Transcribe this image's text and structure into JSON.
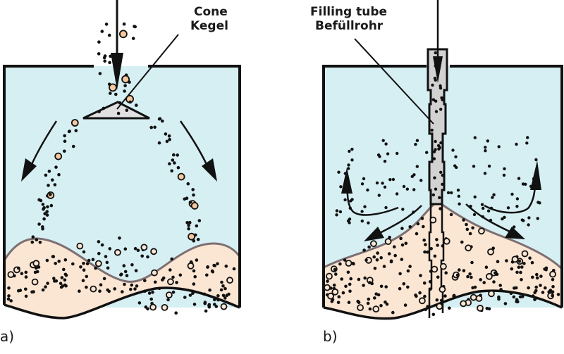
{
  "panels": [
    {
      "id": "a",
      "label": "a)",
      "callout": {
        "line1": "Cone",
        "line2": "Kegel"
      },
      "description": "Filling via cone deflector: particles spread outward to walls, forming a bed with two peaks near the walls and a dip in the center"
    },
    {
      "id": "b",
      "label": "b)",
      "callout": {
        "line1": "Filling tube",
        "line2": "Befüllrohr"
      },
      "description": "Filling via central filling tube: particles exit near the bed surface, forming a central peak with flows outward and recirculating upward"
    }
  ],
  "colors": {
    "liquid": "#d6eff3",
    "bed": "#fbe6d3",
    "bed_surface": "#7d6f72",
    "tube": "#d2d2d2",
    "cone": "#e0e0e0",
    "particle_large": "#f7c9a0",
    "outline": "#111111"
  }
}
